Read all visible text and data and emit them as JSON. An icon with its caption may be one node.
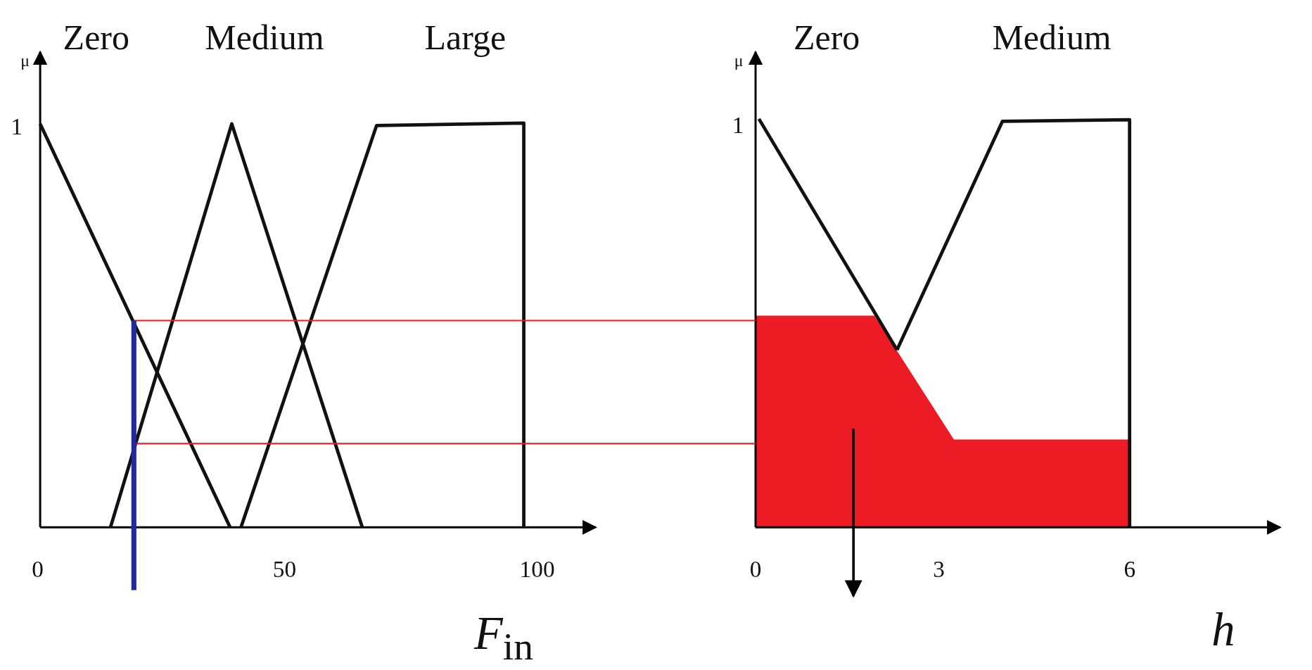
{
  "diagram": {
    "labels": [
      "μ",
      "Zero",
      "Medium",
      "Large",
      "1",
      "0",
      "50",
      "100",
      "*F*$_{in}$",
      "μ",
      "Zero",
      "Medium",
      "1",
      "0",
      "3",
      "6",
      "h"
    ]
  }
}
